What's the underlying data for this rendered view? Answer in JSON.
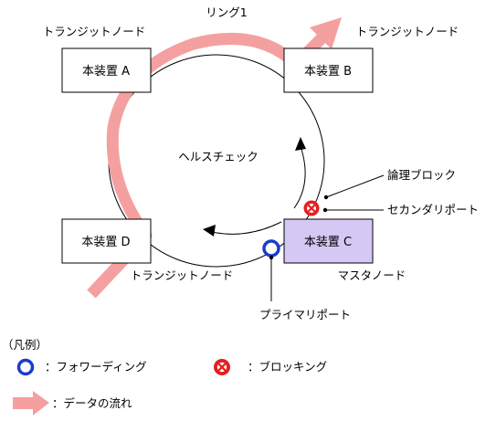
{
  "ring": {
    "title": "リング1",
    "health_check": "ヘルスチェック"
  },
  "devices": {
    "a": "本装置 A",
    "b": "本装置 B",
    "c": "本装置 C",
    "d": "本装置 D"
  },
  "roles": {
    "transit_a": "トランジットノード",
    "transit_b": "トランジットノード",
    "transit_d": "トランジットノード",
    "master_c": "マスタノード"
  },
  "callouts": {
    "logical_block": "論理ブロック",
    "secondary_port": "セカンダリポート",
    "primary_port": "プライマリポート"
  },
  "legend": {
    "title": "（凡例）",
    "forwarding": "：フォワーディング",
    "blocking": "：ブロッキング",
    "data_flow": "：データの流れ"
  },
  "colors": {
    "flow_arrow": "#f5a0a0",
    "master_fill": "#d6c8f5",
    "forwarding": "#1a3ccc",
    "blocking": "#e41e1e"
  }
}
